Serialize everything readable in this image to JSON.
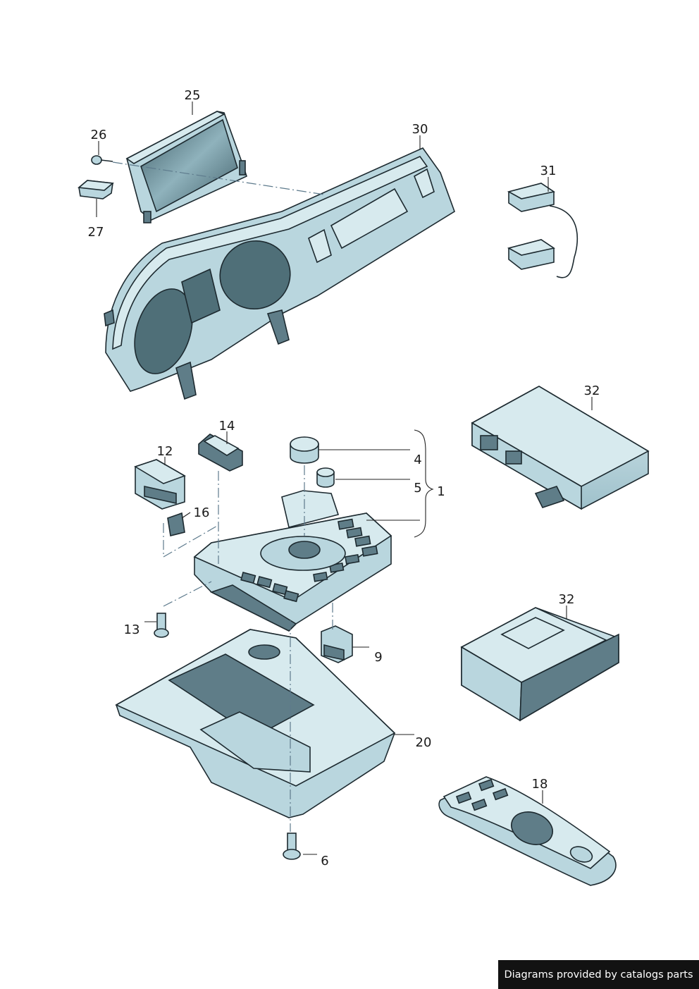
{
  "callouts": {
    "c1": "1",
    "c4": "4",
    "c5": "5",
    "c6": "6",
    "c9": "9",
    "c12": "12",
    "c13": "13",
    "c14": "14",
    "c16": "16",
    "c18": "18",
    "c20": "20",
    "c25": "25",
    "c26": "26",
    "c27": "27",
    "c30": "30",
    "c31": "31",
    "c32a": "32",
    "c32b": "32"
  },
  "credit": "Diagrams provided by catalogs parts",
  "colors": {
    "part_fill": "#b9d6de",
    "part_light": "#d7eaee",
    "part_dark": "#5f7d88",
    "outline": "#1d2a30",
    "axis_line": "#5d7a8c"
  }
}
